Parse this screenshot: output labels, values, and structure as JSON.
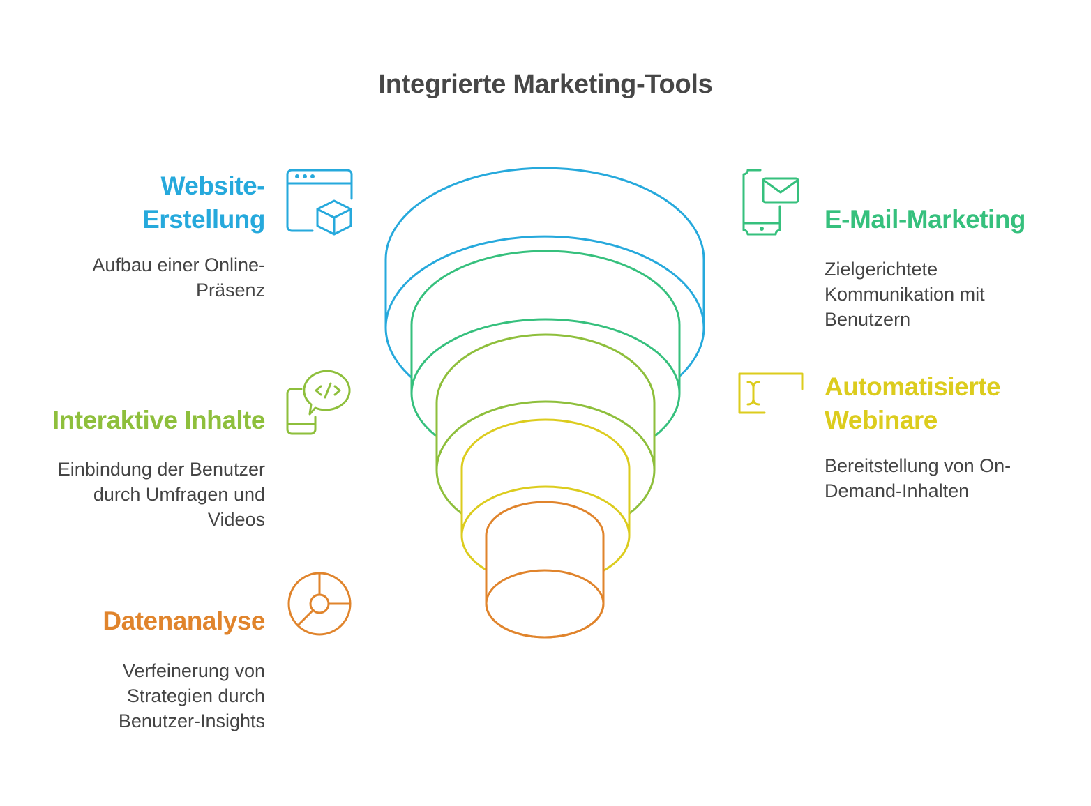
{
  "title": "Integrierte Marketing-Tools",
  "colors": {
    "blue": "#26a9dc",
    "green": "#36c07d",
    "lime": "#8ebf3c",
    "yellow": "#dccc1e",
    "orange": "#e0842c",
    "text": "#444444"
  },
  "items": [
    {
      "id": "website",
      "heading_lines": [
        "Website-",
        "Erstellung"
      ],
      "description_lines": [
        "Aufbau einer Online-",
        "Präsenz"
      ],
      "icon": "browser-cube-icon",
      "color": "#26a9dc"
    },
    {
      "id": "email",
      "heading_lines": [
        "E-Mail-Marketing"
      ],
      "description_lines": [
        "Zielgerichtete",
        "Kommunikation mit",
        "Benutzern"
      ],
      "icon": "phone-mail-icon",
      "color": "#36c07d"
    },
    {
      "id": "interactive",
      "heading_lines": [
        "Interaktive Inhalte"
      ],
      "description_lines": [
        "Einbindung der Benutzer",
        "durch Umfragen und",
        "Videos"
      ],
      "icon": "code-chat-icon",
      "color": "#8ebf3c"
    },
    {
      "id": "webinar",
      "heading_lines": [
        "Automatisierte",
        "Webinare"
      ],
      "description_lines": [
        "Bereitstellung von On-",
        "Demand-Inhalten"
      ],
      "icon": "screen-cursor-icon",
      "color": "#dccc1e"
    },
    {
      "id": "analytics",
      "heading_lines": [
        "Datenanalyse"
      ],
      "description_lines": [
        "Verfeinerung von",
        "Strategien durch",
        "Benutzer-Insights"
      ],
      "icon": "pie-chart-icon",
      "color": "#e0842c"
    }
  ]
}
